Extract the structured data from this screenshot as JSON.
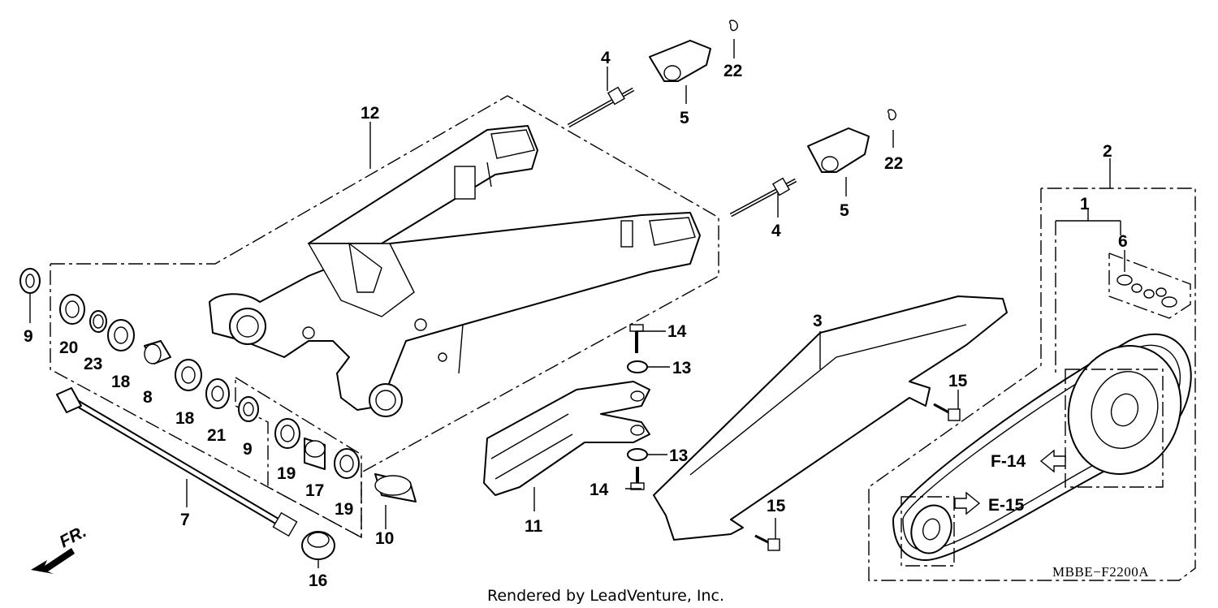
{
  "diagram": {
    "code": "MBBE−F2200A",
    "credit": "Rendered by LeadVenture, Inc.",
    "direction_label": "FR.",
    "references": [
      {
        "id": "ref-f14",
        "text": "F-14"
      },
      {
        "id": "ref-e15",
        "text": "E-15"
      }
    ],
    "callouts": [
      {
        "n": "1"
      },
      {
        "n": "2"
      },
      {
        "n": "3"
      },
      {
        "n": "4"
      },
      {
        "n": "4"
      },
      {
        "n": "5"
      },
      {
        "n": "5"
      },
      {
        "n": "6"
      },
      {
        "n": "7"
      },
      {
        "n": "8"
      },
      {
        "n": "9"
      },
      {
        "n": "9"
      },
      {
        "n": "10"
      },
      {
        "n": "11"
      },
      {
        "n": "12"
      },
      {
        "n": "13"
      },
      {
        "n": "13"
      },
      {
        "n": "14"
      },
      {
        "n": "14"
      },
      {
        "n": "15"
      },
      {
        "n": "15"
      },
      {
        "n": "16"
      },
      {
        "n": "17"
      },
      {
        "n": "18"
      },
      {
        "n": "18"
      },
      {
        "n": "19"
      },
      {
        "n": "19"
      },
      {
        "n": "20"
      },
      {
        "n": "21"
      },
      {
        "n": "22"
      },
      {
        "n": "22"
      },
      {
        "n": "23"
      }
    ]
  }
}
